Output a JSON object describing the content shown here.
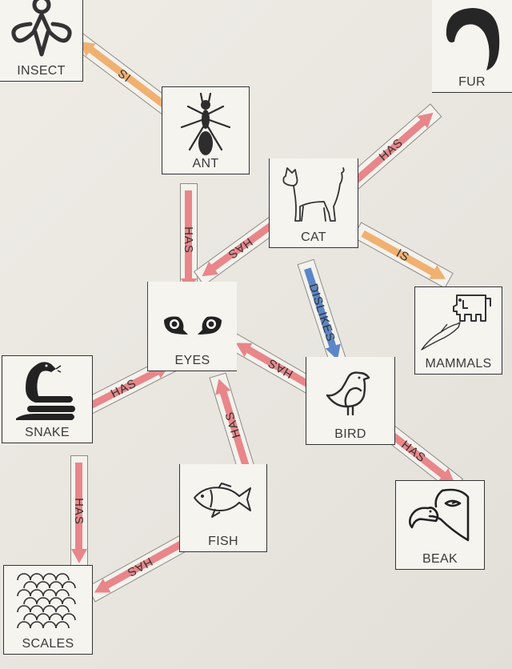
{
  "diagram": {
    "type": "concept-map",
    "colors": {
      "has": "#e8868a",
      "is": "#f0b070",
      "dislikes": "#5b86c8",
      "paper": "#efece6",
      "ink": "#333333"
    },
    "nodes": [
      {
        "id": "insect",
        "label": "INSECT",
        "icon": "bee-icon"
      },
      {
        "id": "ant",
        "label": "ANT",
        "icon": "ant-icon"
      },
      {
        "id": "fur",
        "label": "FUR",
        "icon": "fur-tuft-icon"
      },
      {
        "id": "cat",
        "label": "CAT",
        "icon": "cat-icon"
      },
      {
        "id": "eyes",
        "label": "EYES",
        "icon": "eyes-icon"
      },
      {
        "id": "mammals",
        "label": "MAMMALS",
        "icon": "elephant-dolphin-icon"
      },
      {
        "id": "snake",
        "label": "SNAKE",
        "icon": "snake-icon"
      },
      {
        "id": "bird",
        "label": "BIRD",
        "icon": "bird-icon"
      },
      {
        "id": "fish",
        "label": "FISH",
        "icon": "fish-icon"
      },
      {
        "id": "beak",
        "label": "BEAK",
        "icon": "eagle-head-icon"
      },
      {
        "id": "scales",
        "label": "SCALES",
        "icon": "scales-icon"
      }
    ],
    "edges": [
      {
        "from": "ant",
        "to": "insect",
        "label": "IS",
        "shown_text": "SI",
        "color": "is"
      },
      {
        "from": "ant",
        "to": "eyes",
        "label": "HAS",
        "shown_text": "HAS",
        "color": "has"
      },
      {
        "from": "cat",
        "to": "fur",
        "label": "HAS",
        "shown_text": "HAS",
        "color": "has"
      },
      {
        "from": "cat",
        "to": "eyes",
        "label": "HAS",
        "shown_text": "HAS",
        "color": "has"
      },
      {
        "from": "cat",
        "to": "mammals",
        "label": "IS",
        "shown_text": "IS",
        "color": "is"
      },
      {
        "from": "cat",
        "to": "bird",
        "label": "DISLIKES",
        "shown_text": "DISLIKES",
        "color": "dislikes"
      },
      {
        "from": "snake",
        "to": "eyes",
        "label": "HAS",
        "shown_text": "HAS",
        "color": "has"
      },
      {
        "from": "bird",
        "to": "eyes",
        "label": "HAS",
        "shown_text": "HAS",
        "color": "has"
      },
      {
        "from": "fish",
        "to": "eyes",
        "label": "HAS",
        "shown_text": "HAS",
        "color": "has"
      },
      {
        "from": "bird",
        "to": "beak",
        "label": "HAS",
        "shown_text": "HAS",
        "color": "has"
      },
      {
        "from": "snake",
        "to": "scales",
        "label": "HAS",
        "shown_text": "HAS",
        "color": "has"
      },
      {
        "from": "fish",
        "to": "scales",
        "label": "HAS",
        "shown_text": "HAS",
        "color": "has"
      }
    ]
  }
}
